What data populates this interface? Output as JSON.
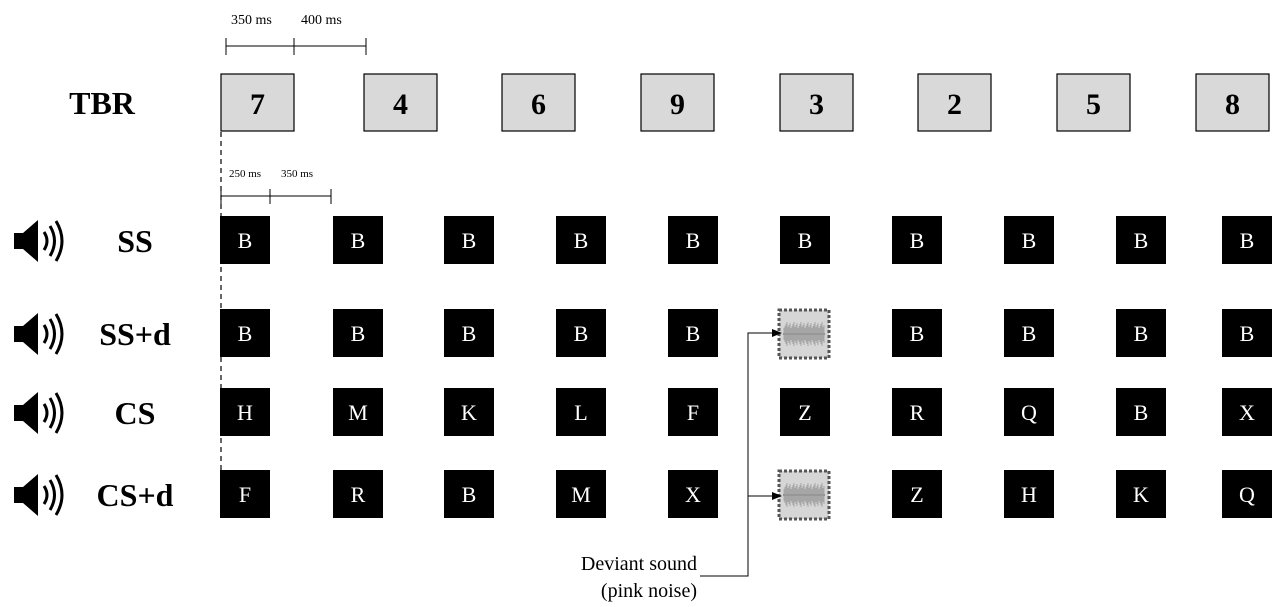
{
  "timing": {
    "tbr_on": "350 ms",
    "tbr_off": "400 ms",
    "letter_on": "250 ms",
    "letter_off": "350 ms"
  },
  "tbr": {
    "label": "TBR",
    "digits": [
      "7",
      "4",
      "6",
      "9",
      "3",
      "2",
      "5",
      "8"
    ]
  },
  "rows": [
    {
      "key": "ss",
      "label": "SS",
      "items": [
        "B",
        "B",
        "B",
        "B",
        "B",
        "B",
        "B",
        "B",
        "B",
        "B"
      ]
    },
    {
      "key": "ssd",
      "label": "SS+d",
      "items": [
        "B",
        "B",
        "B",
        "B",
        "B",
        "",
        "B",
        "B",
        "B",
        "B"
      ]
    },
    {
      "key": "cs",
      "label": "CS",
      "items": [
        "H",
        "M",
        "K",
        "L",
        "F",
        "Z",
        "R",
        "Q",
        "B",
        "X"
      ]
    },
    {
      "key": "csd",
      "label": "CS+d",
      "items": [
        "F",
        "R",
        "B",
        "M",
        "X",
        "",
        "Z",
        "H",
        "K",
        "Q"
      ]
    }
  ],
  "deviant": {
    "line1": "Deviant sound",
    "line2": "(pink noise)"
  },
  "icons": {
    "speaker": "speaker-icon",
    "noise": "pink-noise-waveform-icon"
  },
  "colors": {
    "tbr_box_fill": "#d9d9d9",
    "letter_box_fill": "#000000",
    "letter_text": "#ffffff",
    "ink": "#000000"
  }
}
